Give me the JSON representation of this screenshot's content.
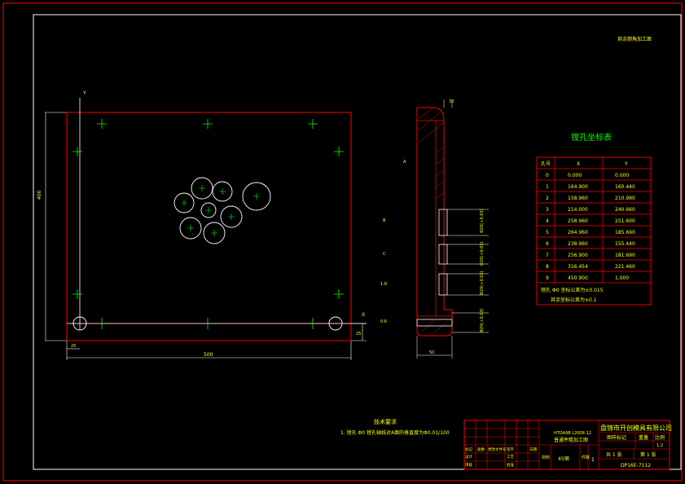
{
  "header_note": "其余倒角加工面",
  "axis_y": "Y",
  "axis_x": "X",
  "plan_view": {
    "height_dim": "400",
    "width_dim": "500",
    "offset_x_dim": "25",
    "offset_y_dim": "25"
  },
  "section_view": {
    "top_dim": "30",
    "marks": [
      "A",
      "B",
      "C",
      "1:8",
      "0.6"
    ],
    "hole_dims": [
      "Φ20(+0.03)",
      "Φ20(+0.03)",
      "Φ20(+0.03)",
      "Φ20(+0.03)"
    ],
    "bottom_dim": "50"
  },
  "hole_table": {
    "title": "镗孔坐标表",
    "headers": [
      "孔号",
      "X",
      "Y"
    ],
    "rows": [
      [
        "0",
        "0.000",
        "0.000"
      ],
      [
        "1",
        "164.900",
        "160.440"
      ],
      [
        "2",
        "158.960",
        "210.990"
      ],
      [
        "3",
        "214.000",
        "240.660"
      ],
      [
        "4",
        "258.960",
        "251.600"
      ],
      [
        "5",
        "264.960",
        "185.690"
      ],
      [
        "6",
        "238.960",
        "155.440"
      ],
      [
        "7",
        "256.900",
        "181.690"
      ],
      [
        "8",
        "316.454",
        "221.460"
      ],
      [
        "9",
        "450.900",
        "1.000"
      ]
    ],
    "note1": "镗孔 Φ0   坐标公差为±0.015",
    "note2": "其余坐标公差为±0.1"
  },
  "tech_req": {
    "title": "技术要求",
    "line1": "1. 镗孔 Φ0   镗孔轴线对A面的垂直度为Φ0.01/100"
  },
  "title_block": {
    "company": "盘锦市开创模具有限公司",
    "part_line1": "HTD4AB L2008-12",
    "part_line2": "普通件粗加工图",
    "material": "45钢",
    "stage_label": "图样标记",
    "weight_label": "重量",
    "scale_label": "比例",
    "scale_value": "1:2",
    "sheets_total": "共 1 张",
    "sheet_no": "第 1 张",
    "drawing_no": "DP16E-7112",
    "qty": "1",
    "left_labels": [
      "标记",
      "处数",
      "更改文件号",
      "签字",
      "日期"
    ],
    "role_labels": [
      "设计",
      "审核",
      "工艺",
      "批准"
    ],
    "row_labels": [
      "材料",
      "件数"
    ]
  }
}
